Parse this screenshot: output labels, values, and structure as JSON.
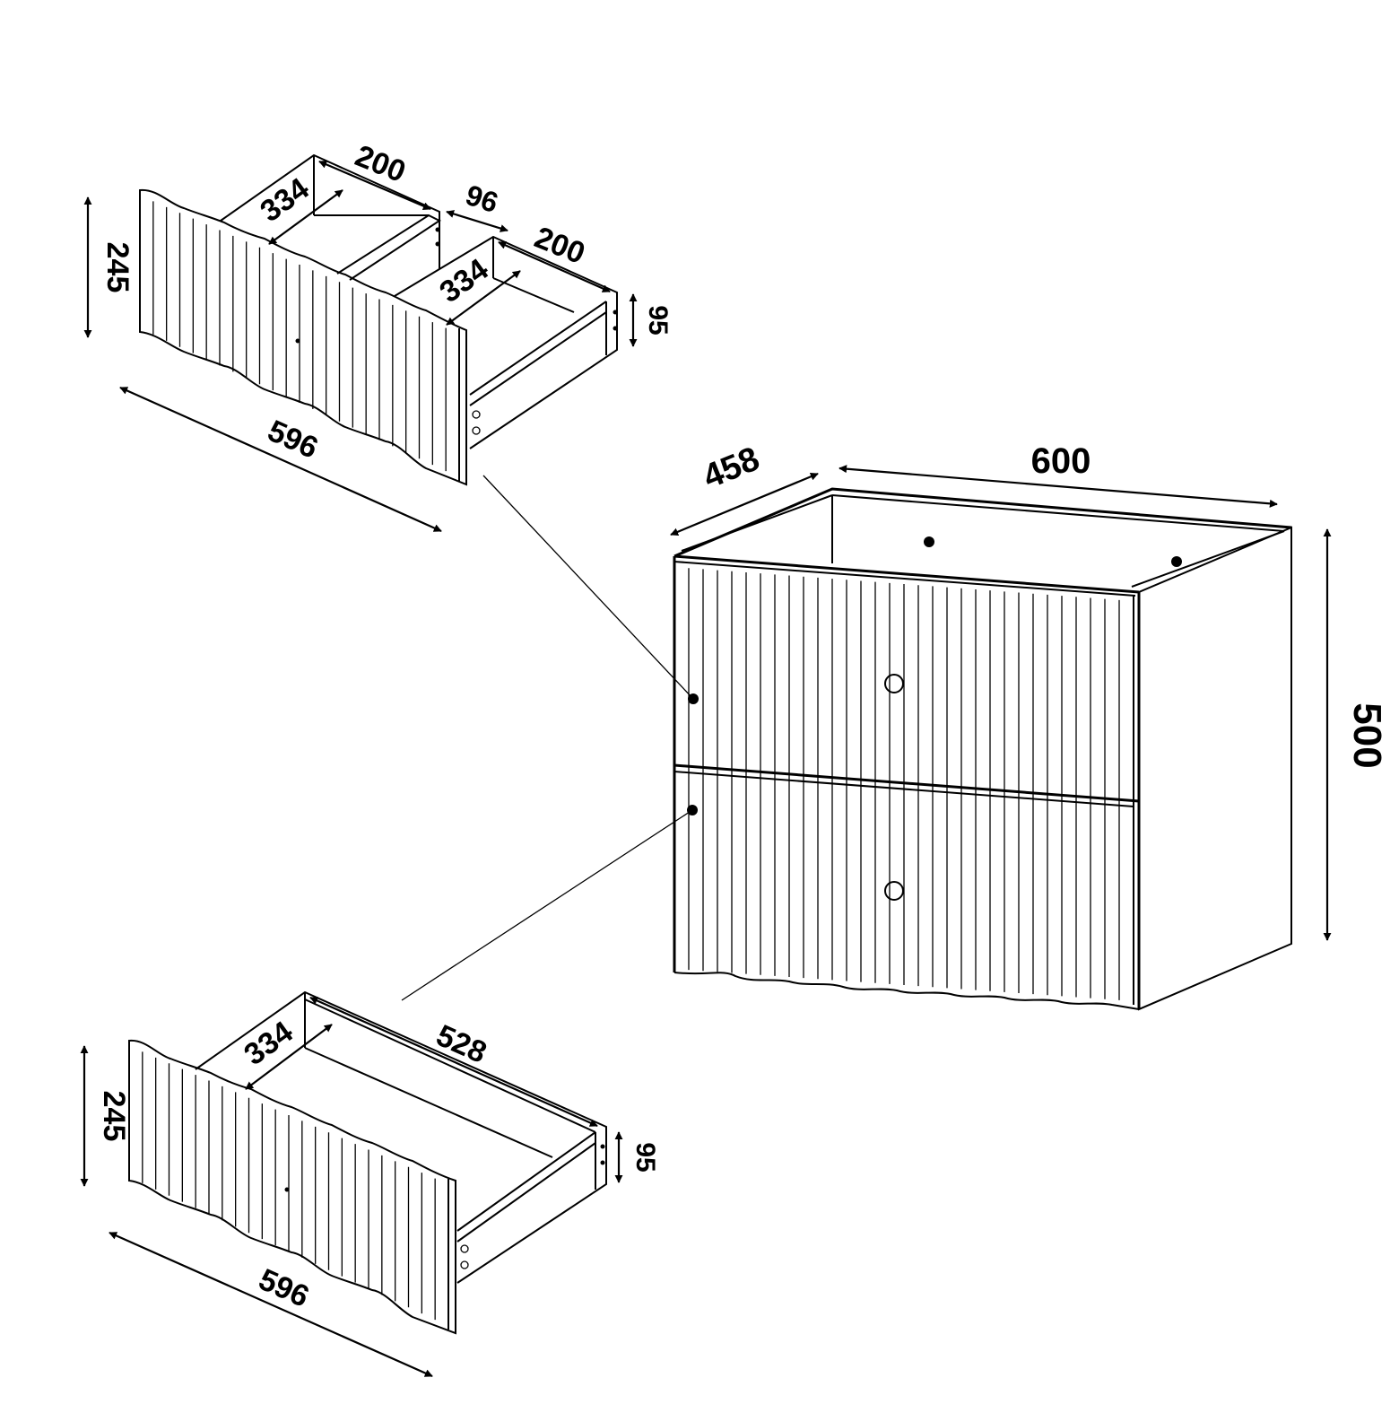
{
  "colors": {
    "stroke": "#000000",
    "background": "#ffffff"
  },
  "cabinet": {
    "width": "600",
    "depth": "458",
    "height": "500"
  },
  "top_drawer": {
    "front_height": "245",
    "front_width": "596",
    "left_compartment_width": "200",
    "left_compartment_depth": "334",
    "divider_gap": "96",
    "right_compartment_width": "200",
    "right_compartment_depth": "334",
    "box_height": "95"
  },
  "bottom_drawer": {
    "front_height": "245",
    "front_width": "596",
    "inner_depth": "334",
    "inner_length": "528",
    "box_height": "95"
  }
}
